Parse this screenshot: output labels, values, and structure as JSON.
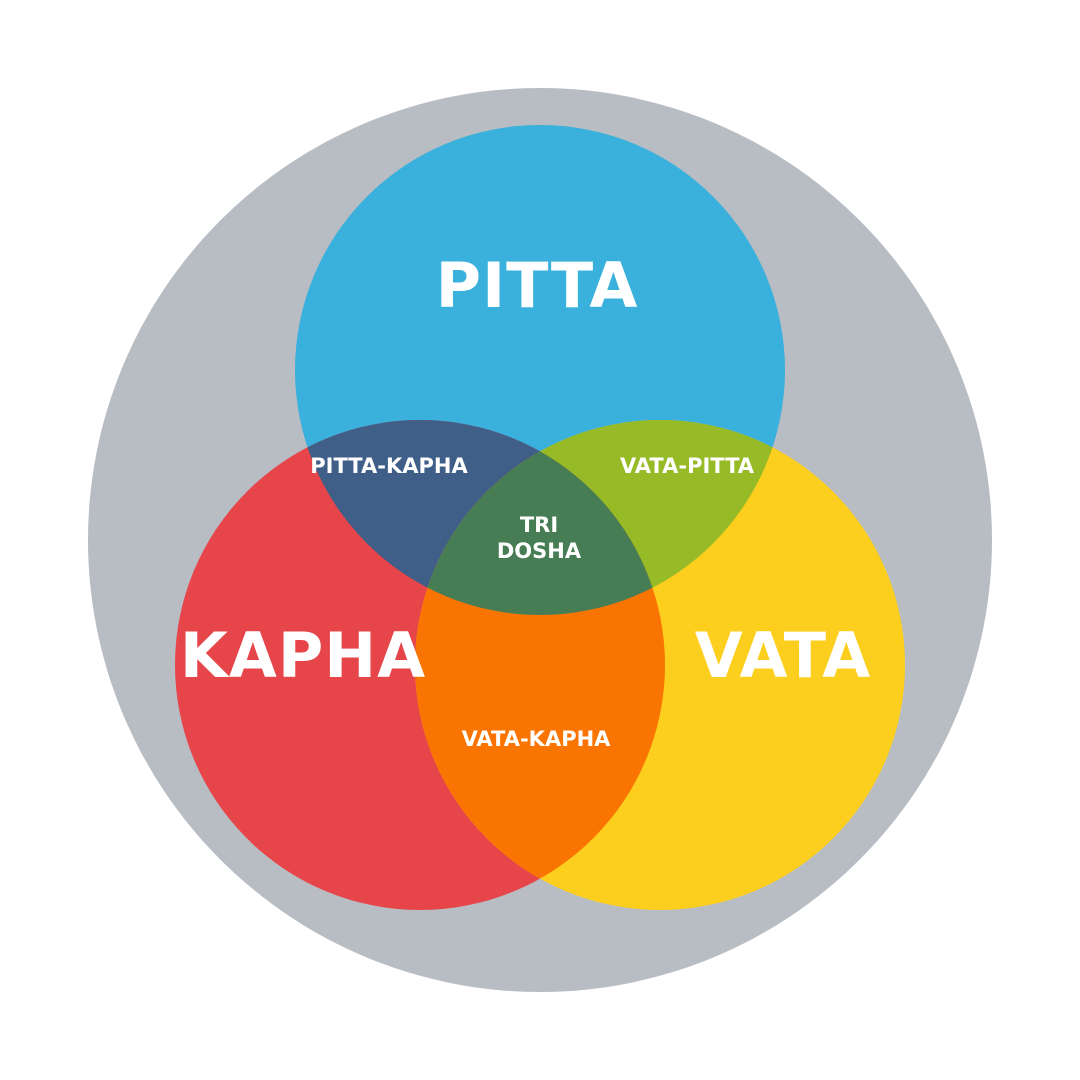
{
  "venn": {
    "sets": [
      {
        "id": "pitta",
        "label": "PITTA",
        "color": "#3ab0dc"
      },
      {
        "id": "kapha",
        "label": "KAPHA",
        "color": "#e6454a"
      },
      {
        "id": "vata",
        "label": "VATA",
        "color": "#fccf1e"
      }
    ],
    "overlaps": {
      "pitta_kapha": {
        "label": "PITTA-KAPHA",
        "color": "#3f5f89"
      },
      "vata_pitta": {
        "label": "VATA-PITTA",
        "color": "#97ba27"
      },
      "vata_kapha": {
        "label": "VATA-KAPHA",
        "color": "#fa7402"
      },
      "tri_dosha": {
        "label_line1": "TRI",
        "label_line2": "DOSHA",
        "color": "#477d55"
      }
    },
    "background_color": "#b8bcc3"
  }
}
